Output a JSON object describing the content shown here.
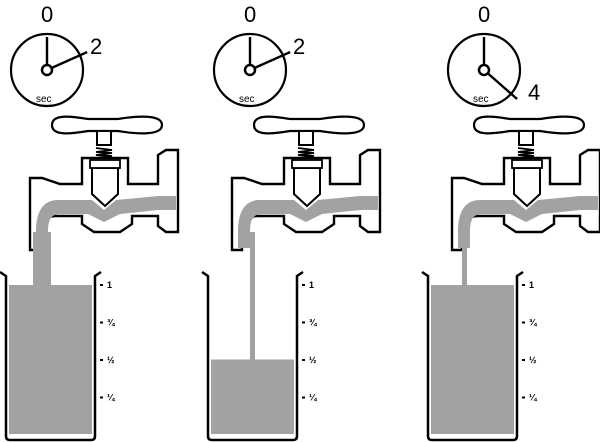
{
  "colors": {
    "water": "#a2a2a2",
    "outline": "#000000",
    "background": "#ffffff"
  },
  "panels": [
    {
      "clock": {
        "top_label": "0",
        "unit_label": "sec",
        "hand_label": "2",
        "elapsed_seconds": 2
      },
      "tap_open": true,
      "beaker_fill_fraction": 1.0,
      "stream_width_class": "wide"
    },
    {
      "clock": {
        "top_label": "0",
        "unit_label": "sec",
        "hand_label": "2",
        "elapsed_seconds": 2
      },
      "tap_open": true,
      "beaker_fill_fraction": 0.5,
      "stream_width_class": "thin"
    },
    {
      "clock": {
        "top_label": "0",
        "unit_label": "sec",
        "hand_label": "4",
        "elapsed_seconds": 4
      },
      "tap_open": true,
      "beaker_fill_fraction": 1.0,
      "stream_width_class": "thin"
    }
  ],
  "scale_labels": [
    "1",
    "¾",
    "½",
    "¼"
  ],
  "scale_values": [
    1,
    0.75,
    0.5,
    0.25
  ]
}
